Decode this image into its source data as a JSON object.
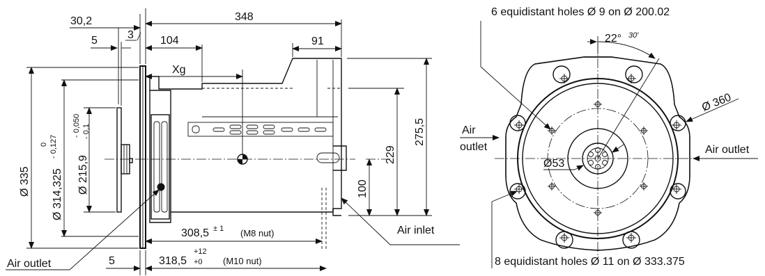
{
  "side_view": {
    "dim_30_2": "30,2",
    "dim_348": "348",
    "dim_5_top": "5",
    "dim_3": "3",
    "dim_104": "104",
    "dim_91": "91",
    "dim_xg": "Xg",
    "dim_d335": "Ø 335",
    "dim_d314": "Ø 314,325",
    "tol_d314_upper": "0",
    "tol_d314_lower": "- 0,127",
    "dim_d215": "Ø 215,9",
    "tol_d215_upper": "- 0,050",
    "tol_d215_lower": "- 0,1",
    "dim_229": "229",
    "dim_275": "275,5",
    "dim_100": "100",
    "dim_308": "308,5",
    "tol_308": "± 1",
    "note_308": "(M8 nut)",
    "dim_318": "318,5",
    "tol_318_upper": "+12",
    "tol_318_lower": "+0",
    "note_318": "(M10 nut)",
    "dim_5_bottom": "5",
    "label_air_inlet": "Air inlet",
    "label_air_outlet": "Air outlet"
  },
  "end_view": {
    "note_6_holes": "6 equidistant holes Ø 9 on Ø 200.02",
    "angle_deg": "22°",
    "angle_min": "30′",
    "dim_d360": "Ø 360",
    "dim_d53": "Ø53",
    "label_air_outlet_left_1": "Air",
    "label_air_outlet_left_2": "outlet",
    "label_air_outlet_right": "Air outlet",
    "note_8_holes": "8 equidistant holes Ø 11 on Ø 333.375"
  }
}
